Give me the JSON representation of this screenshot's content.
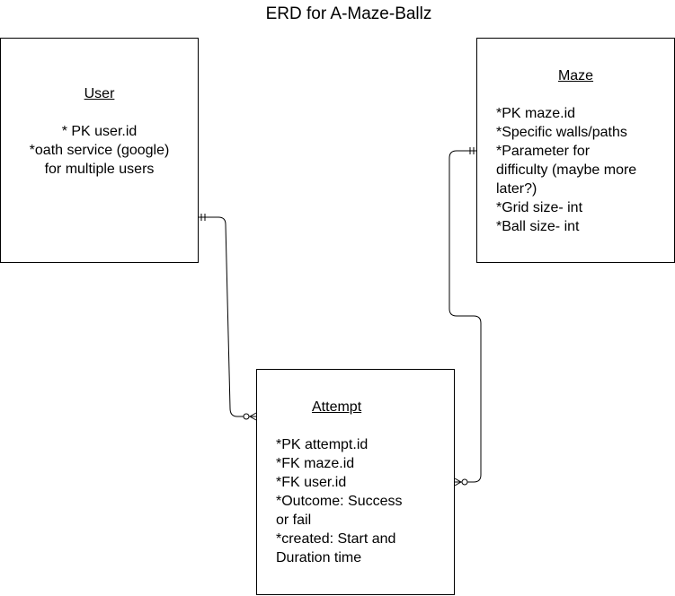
{
  "title": "ERD for A-Maze-Ballz",
  "entities": {
    "user": {
      "name": "User",
      "attributes": [
        "* PK user.id",
        "*oath service (google)",
        "for multiple users"
      ]
    },
    "maze": {
      "name": "Maze",
      "attributes": [
        "*PK maze.id",
        "*Specific walls/paths",
        "*Parameter for",
        "difficulty (maybe more",
        "later?)",
        "*Grid size- int",
        "*Ball size- int"
      ]
    },
    "attempt": {
      "name": "Attempt",
      "attributes": [
        "*PK attempt.id",
        "*FK maze.id",
        "*FK user.id",
        "*Outcome: Success",
        "or fail",
        "*created: Start and",
        "Duration time"
      ]
    }
  },
  "relationships": [
    {
      "from": "User",
      "to": "Attempt",
      "from_cardinality": "one-and-only-one",
      "to_cardinality": "zero-or-many"
    },
    {
      "from": "Maze",
      "to": "Attempt",
      "from_cardinality": "one-and-only-one",
      "to_cardinality": "zero-or-many"
    }
  ]
}
